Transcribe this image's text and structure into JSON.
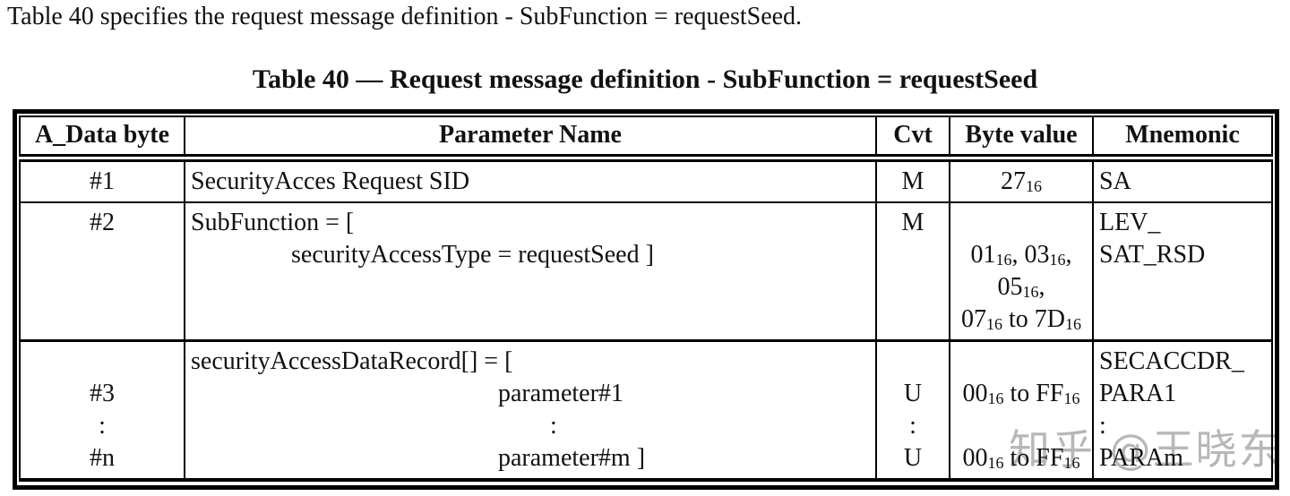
{
  "intro_text": "Table 40 specifies the request message definition - SubFunction = requestSeed.",
  "table_title": "Table 40 — Request message definition - SubFunction = requestSeed",
  "table": {
    "headers": [
      "A_Data byte",
      "Parameter Name",
      "Cvt",
      "Byte value",
      "Mnemonic"
    ],
    "rows": [
      {
        "data_byte": [
          "#1"
        ],
        "parameter": [
          "SecurityAcces Request SID"
        ],
        "cvt": [
          "M"
        ],
        "byte_value": [
          "27~16~"
        ],
        "mnemonic": [
          "SA"
        ]
      },
      {
        "data_byte": [
          "#2"
        ],
        "parameter": [
          "SubFunction = [",
          {
            "t": "securityAccessType = requestSeed ]",
            "ind": 1
          }
        ],
        "cvt": [
          "M"
        ],
        "byte_value": [
          "",
          "01~16~, 03~16~,",
          "05~16~,",
          "07~16~ to 7D~16~"
        ],
        "mnemonic": [
          "LEV_",
          "SAT_RSD"
        ]
      },
      {
        "data_byte": [
          "",
          "#3",
          ":",
          "#n"
        ],
        "parameter": [
          "securityAccessDataRecord[] = [",
          {
            "t": "parameter#1",
            "ind": 2
          },
          {
            "t": ":",
            "ind": 3
          },
          {
            "t": "parameter#m ]",
            "ind": 2
          }
        ],
        "cvt": [
          "",
          "U",
          ":",
          "U"
        ],
        "byte_value": [
          "",
          "00~16~ to FF~16~",
          "",
          "00~16~ to FF~16~"
        ],
        "mnemonic": [
          "SECACCDR_",
          "PARA1",
          ":",
          "PARAm"
        ]
      }
    ]
  },
  "watermark": "知乎 @王晓东",
  "colors": {
    "text": "#111111",
    "border": "#000000",
    "watermark": "#b7b7b7",
    "background": "#ffffff"
  }
}
